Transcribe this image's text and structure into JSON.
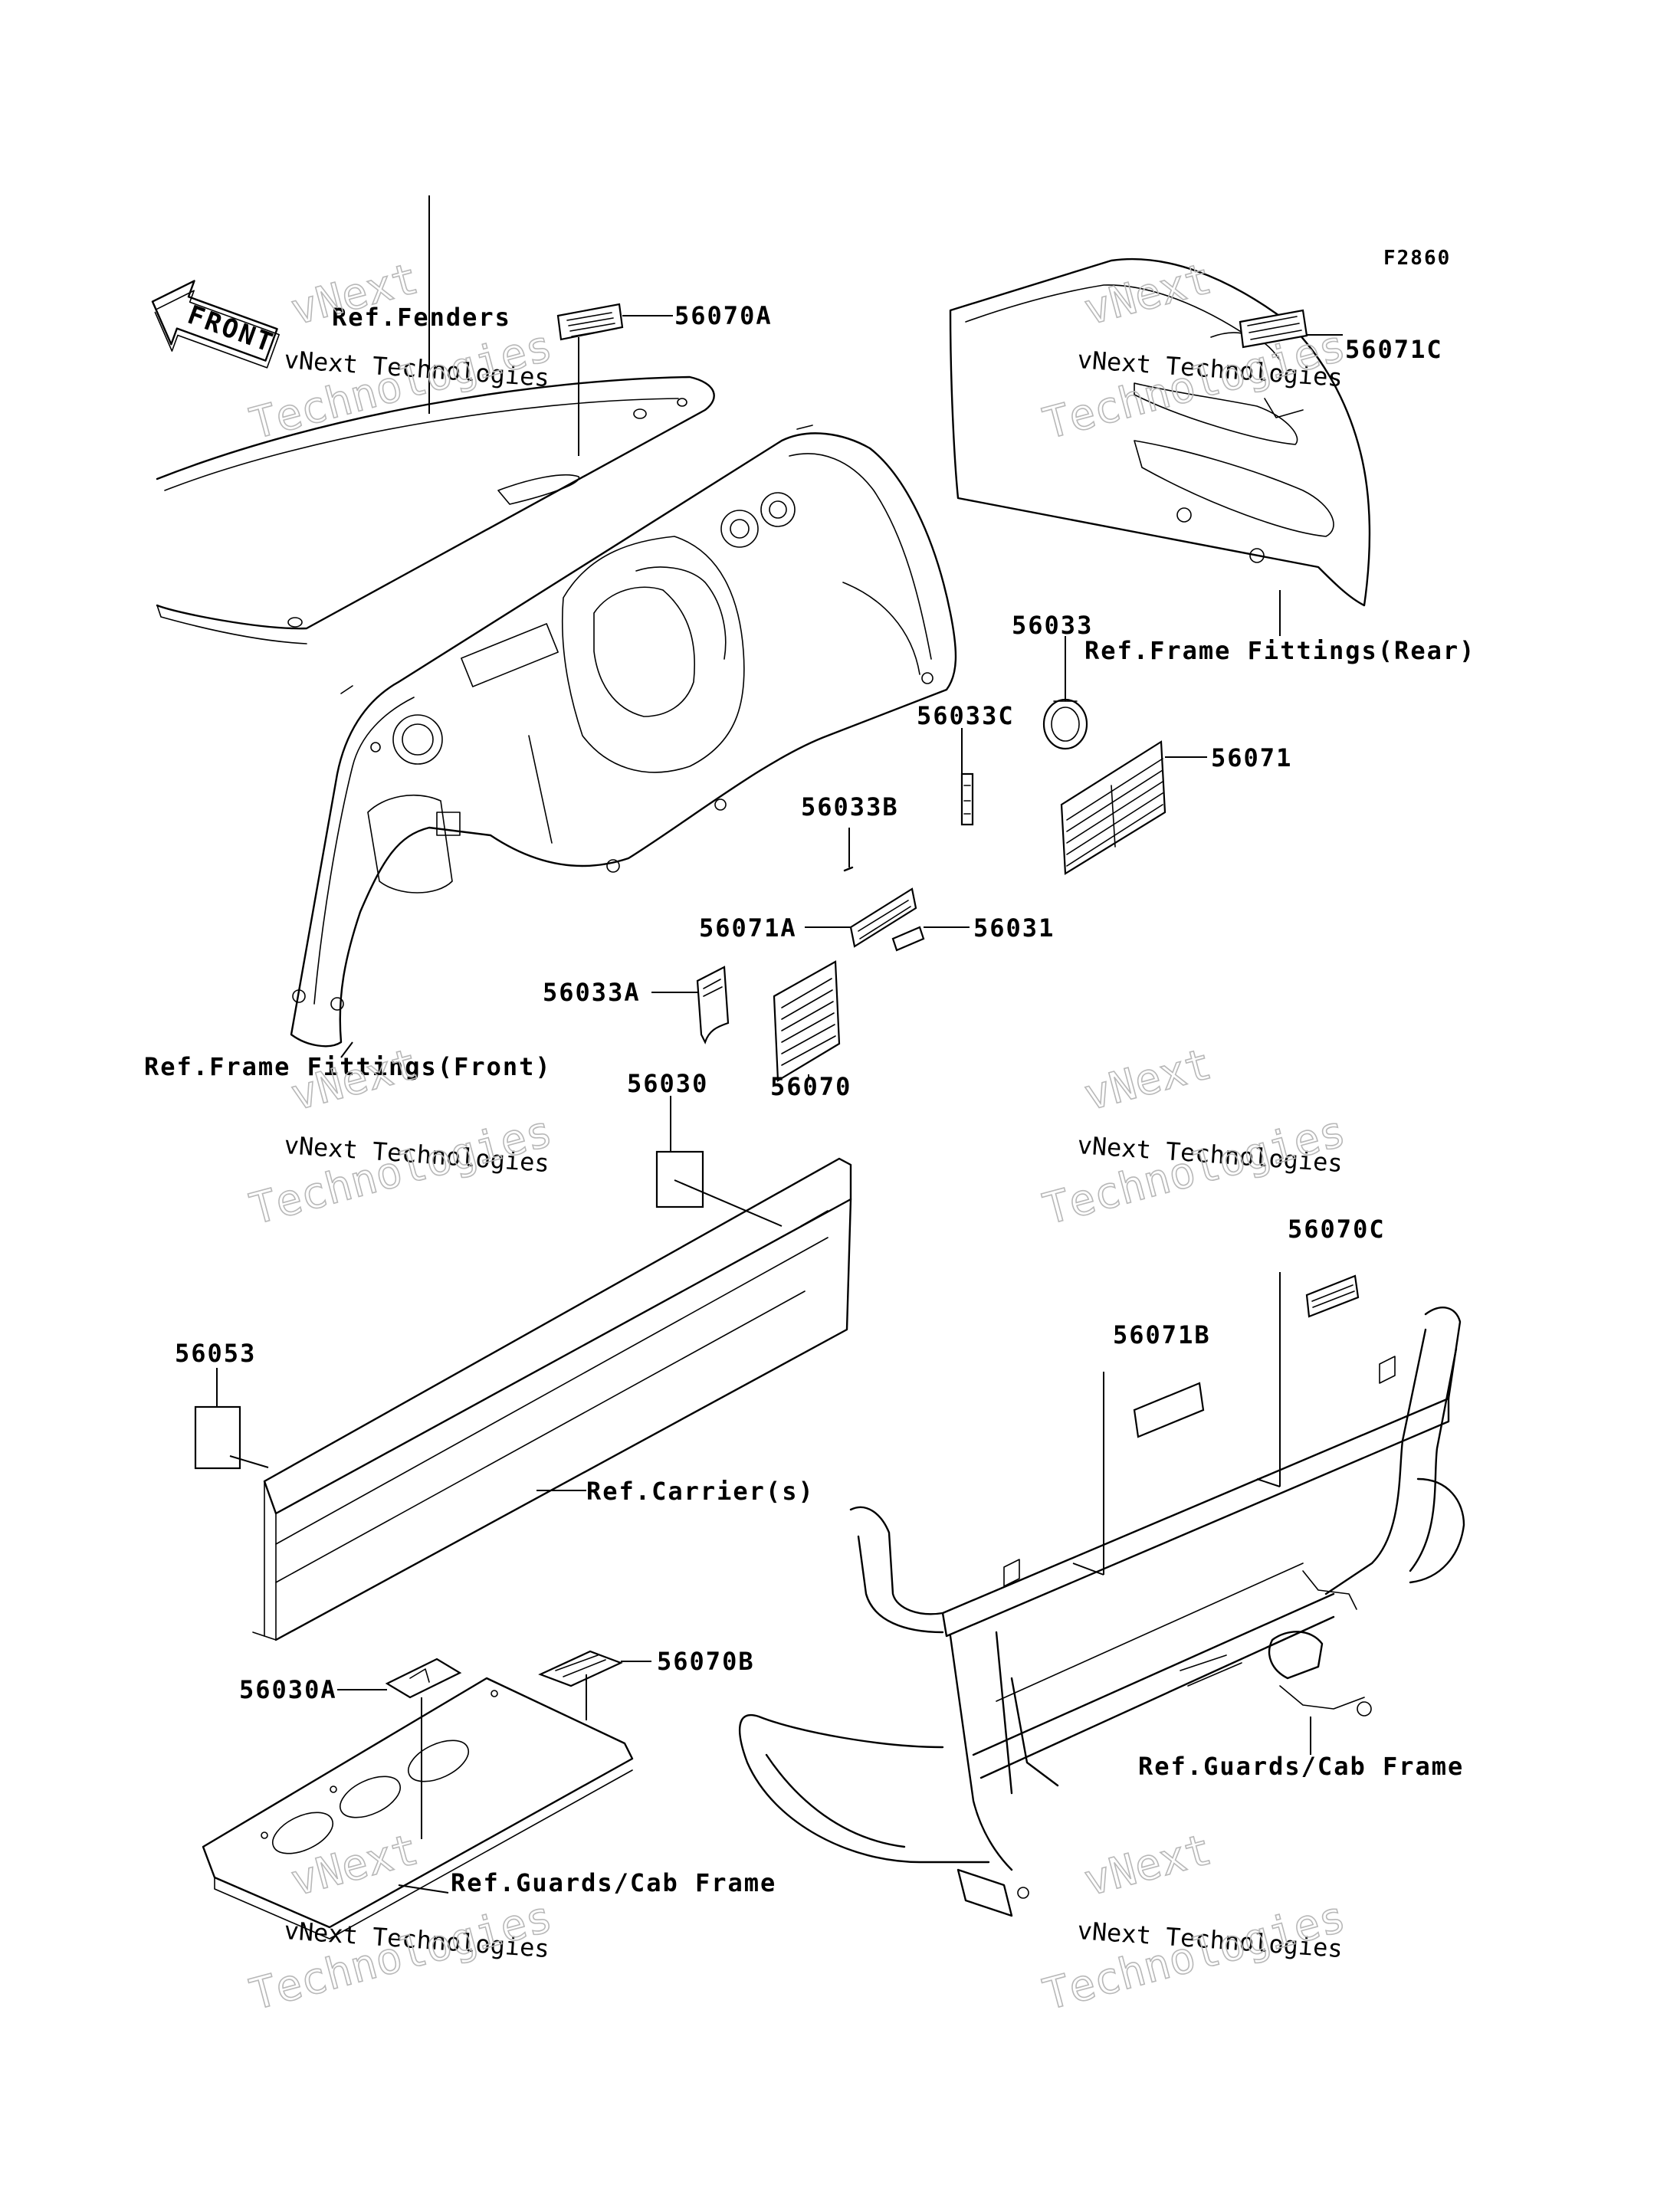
{
  "figure_code": "F2860",
  "front_arrow_label": "FRONT",
  "references": {
    "fenders": "Ref.Fenders",
    "frame_fittings_rear": "Ref.Frame Fittings(Rear)",
    "frame_fittings_front": "Ref.Frame Fittings(Front)",
    "carrier": "Ref.Carrier(s)",
    "guards_cab_frame_right": "Ref.Guards/Cab Frame",
    "guards_cab_frame_bottom": "Ref.Guards/Cab Frame"
  },
  "part_labels": {
    "p56070A": "56070A",
    "p56071C": "56071C",
    "p56033": "56033",
    "p56033C": "56033C",
    "p56071": "56071",
    "p56033B": "56033B",
    "p56071A": "56071A",
    "p56031": "56031",
    "p56033A": "56033A",
    "p56030": "56030",
    "p56070": "56070",
    "p56070C": "56070C",
    "p56071B": "56071B",
    "p56053": "56053",
    "p56070B": "56070B",
    "p56030A": "56030A"
  },
  "watermark": {
    "line1": "vNext",
    "line2": "vNext Technologies",
    "line3": "Technologies"
  }
}
